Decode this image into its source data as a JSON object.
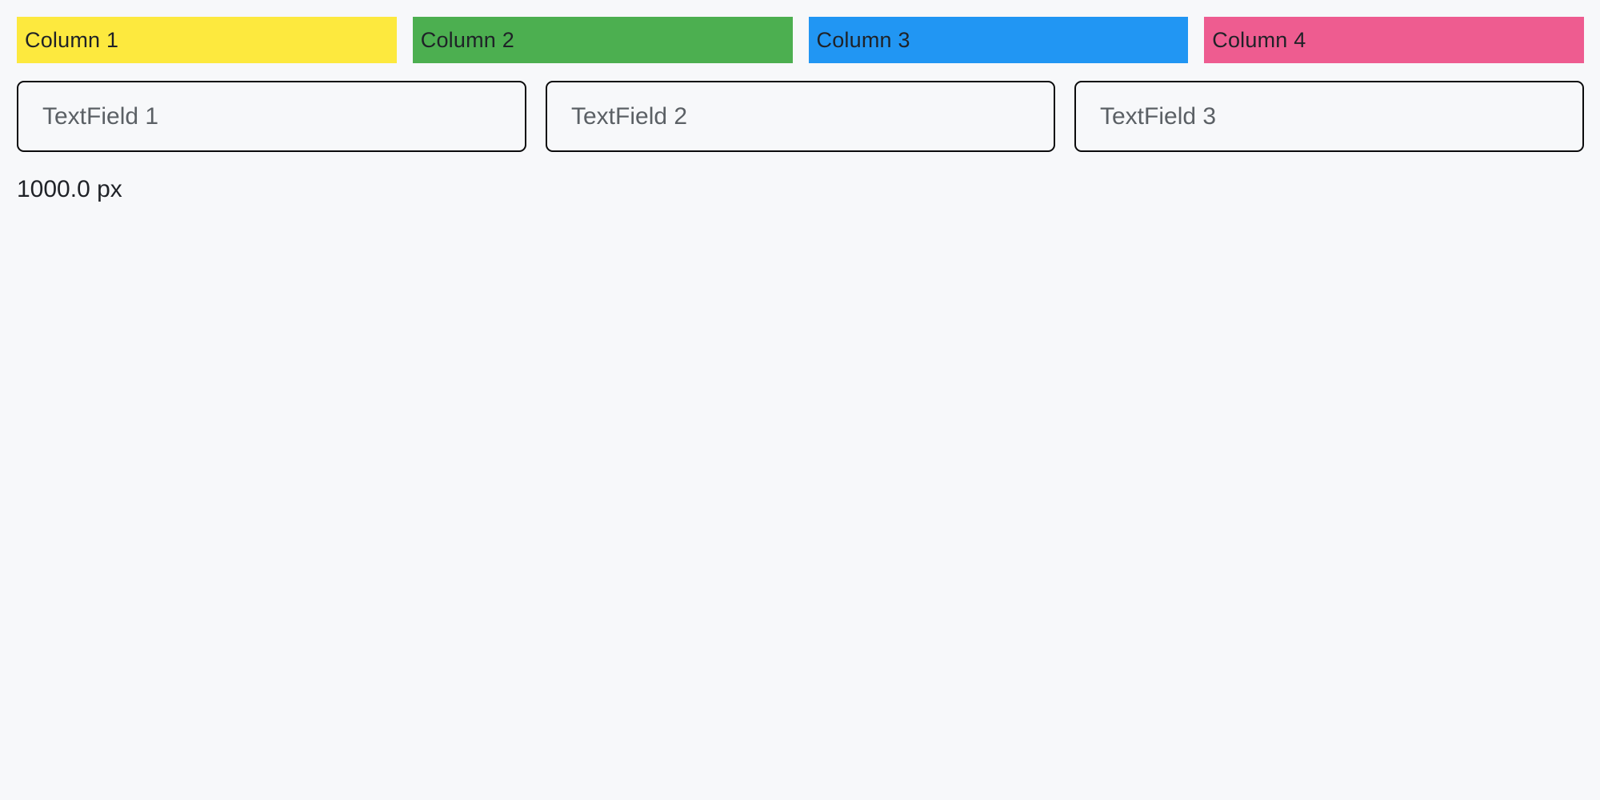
{
  "background_color": "#f7f8fa",
  "columns": [
    {
      "label": "Column 1",
      "color": "#fde93e"
    },
    {
      "label": "Column 2",
      "color": "#4caf50"
    },
    {
      "label": "Column 3",
      "color": "#2196f3"
    },
    {
      "label": "Column 4",
      "color": "#ee5c90"
    }
  ],
  "text_fields": [
    {
      "placeholder": "TextField 1"
    },
    {
      "placeholder": "TextField 2"
    },
    {
      "placeholder": "TextField 3"
    }
  ],
  "width_label": "1000.0 px"
}
